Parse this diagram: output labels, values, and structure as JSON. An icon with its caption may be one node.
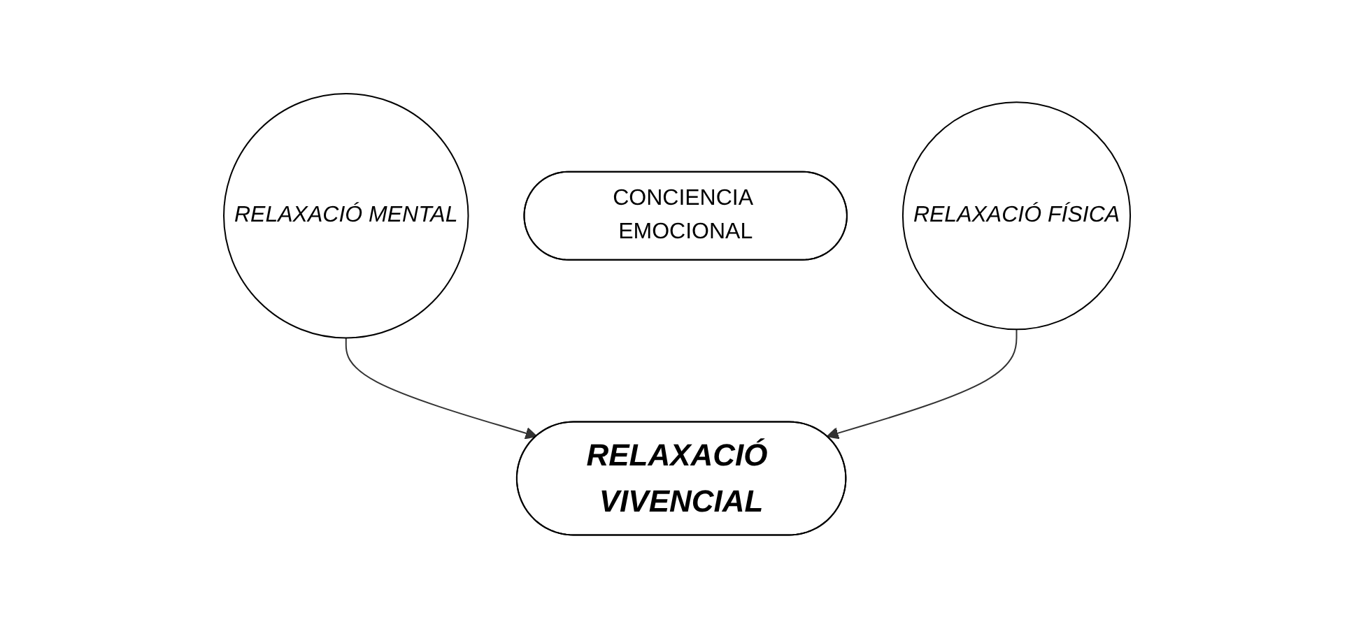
{
  "diagram": {
    "nodes": [
      {
        "text": [
          "RELAXACIÓ MENTAL"
        ]
      },
      {
        "text": [
          "CONCIENCIA EMOCIONAL"
        ]
      },
      {
        "text": [
          "RELAXACIÓ FÍSICA"
        ]
      },
      {
        "text": [
          "RELAXACIÓ VIVENCIAL"
        ]
      }
    ],
    "edges": [
      {
        "from": 0,
        "to": 3,
        "arrow": "to"
      },
      {
        "from": 2,
        "to": 3,
        "arrow": "to"
      }
    ]
  }
}
